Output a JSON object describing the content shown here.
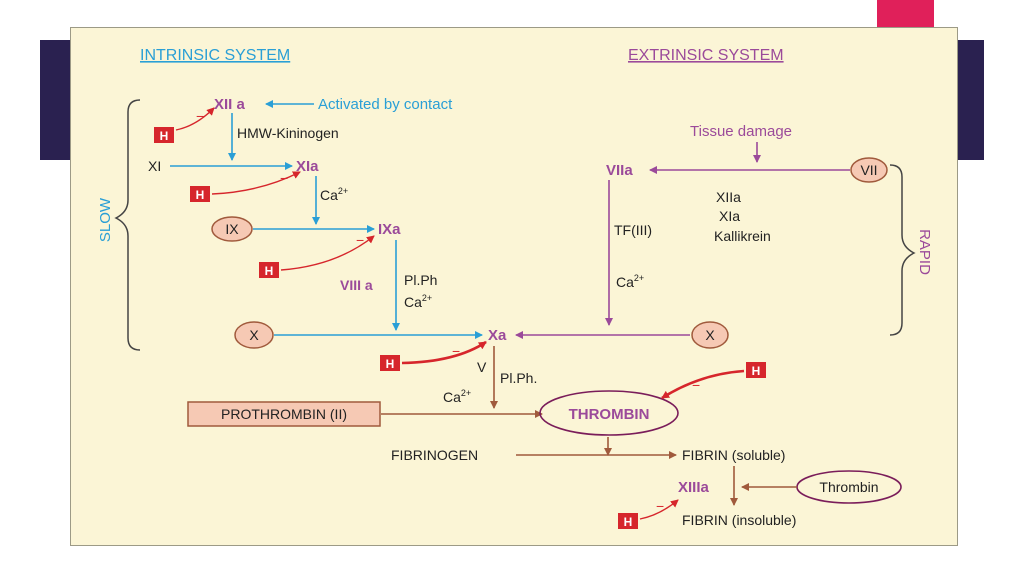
{
  "colors": {
    "slide_band": "#2a2150",
    "accent": "#e0205a",
    "panel_bg": "#fbf5d6",
    "intrinsic": "#2a9fd6",
    "extrinsic": "#9b4a9a",
    "common": "#a05a3c",
    "inhibitor": "#d6262c"
  },
  "headings": {
    "intrinsic": "INTRINSIC SYSTEM",
    "extrinsic": "EXTRINSIC SYSTEM"
  },
  "side_labels": {
    "slow": "SLOW",
    "rapid": "RAPID"
  },
  "inhibitor_label": "H",
  "minus": "−",
  "intrinsic": {
    "xiia": "XII a",
    "activated": "Activated by contact",
    "hmwk": "HMW-Kininogen",
    "xi": "XI",
    "xia": "XIa",
    "ca": "Ca",
    "sup2": "2+",
    "ix": "IX",
    "ixa": "IXa",
    "viiia": "VIII a",
    "plph": "Pl.Ph",
    "x": "X"
  },
  "extrinsic": {
    "tissue": "Tissue damage",
    "viia": "VIIa",
    "vii": "VII",
    "tf": "TF(III)",
    "ca": "Ca",
    "sup2": "2+",
    "activators": [
      "XIIa",
      "XIa",
      "Kallikrein"
    ],
    "x": "X"
  },
  "common": {
    "xa": "Xa",
    "v": "V",
    "plph": "Pl.Ph.",
    "ca": "Ca",
    "sup2": "2+",
    "prothrombin": "PROTHROMBIN (II)",
    "thrombin": "THROMBIN",
    "fibrinogen": "FIBRINOGEN",
    "fibrin_soluble": "FIBRIN (soluble)",
    "xiiia": "XIIIa",
    "thrombin_small": "Thrombin",
    "fibrin_insoluble": "FIBRIN (insoluble)"
  }
}
